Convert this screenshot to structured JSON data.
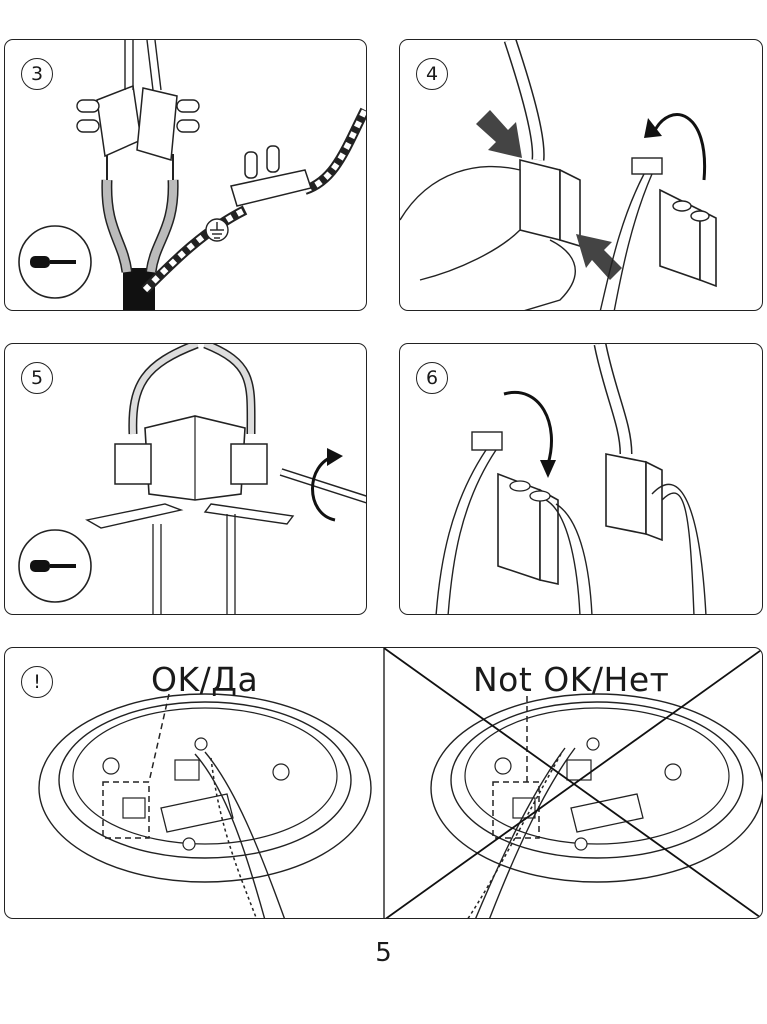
{
  "steps": [
    {
      "number": "3",
      "tool_icon": "screwdriver-icon",
      "earth_symbol": "ground-icon"
    },
    {
      "number": "4"
    },
    {
      "number": "5",
      "tool_icon": "screwdriver-icon"
    },
    {
      "number": "6"
    }
  ],
  "warning": {
    "badge": "!",
    "ok_label": "OK/Да",
    "not_ok_label": "Not OK/Нет"
  },
  "page_number": "5"
}
